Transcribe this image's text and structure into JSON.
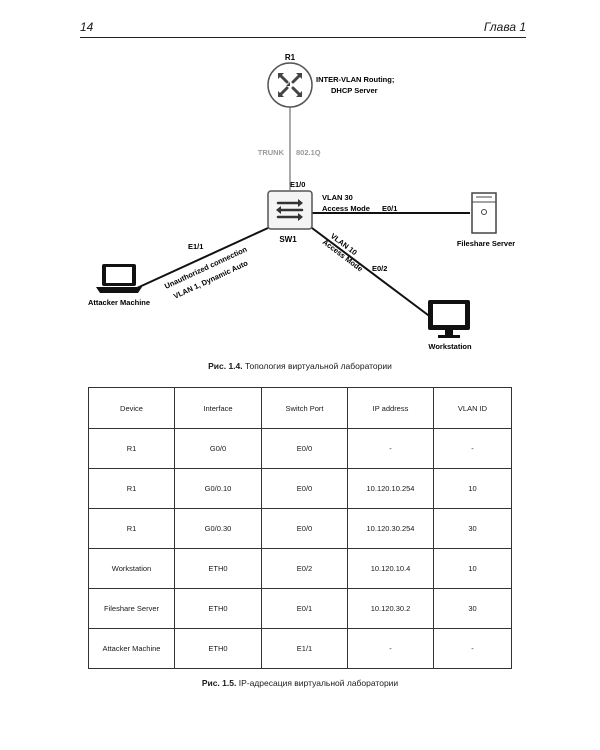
{
  "header": {
    "page_number": "14",
    "chapter": "Глава 1"
  },
  "diagram": {
    "router": {
      "name": "R1",
      "note_line1": "INTER-VLAN Routing;",
      "note_line2": "DHCP Server"
    },
    "trunk_label": "TRUNK",
    "trunk_proto": "802.1Q",
    "switch": {
      "name": "SW1",
      "port_top": "E1/0"
    },
    "server_link": {
      "vlan": "VLAN 30",
      "mode": "Access Mode",
      "port": "E0/1"
    },
    "ws_link": {
      "vlan": "VLAN 10",
      "mode": "Access Mode",
      "port": "E0/2"
    },
    "attacker_link": {
      "port": "E1/1",
      "line1": "Unauthorized connection",
      "line2": "VLAN 1, Dynamic Auto"
    },
    "server_label": "Fileshare Server",
    "workstation_label": "Workstation",
    "attacker_label": "Attacker Machine"
  },
  "fig1": {
    "num": "Рис. 1.4.",
    "text": "Топология виртуальной лаборатории"
  },
  "table": {
    "headers": [
      "Device",
      "Interface",
      "Switch Port",
      "IP address",
      "VLAN ID"
    ],
    "rows": [
      [
        "R1",
        "G0/0",
        "E0/0",
        "-",
        "-"
      ],
      [
        "R1",
        "G0/0.10",
        "E0/0",
        "10.120.10.254",
        "10"
      ],
      [
        "R1",
        "G0/0.30",
        "E0/0",
        "10.120.30.254",
        "30"
      ],
      [
        "Workstation",
        "ETH0",
        "E0/2",
        "10.120.10.4",
        "10"
      ],
      [
        "Fileshare Server",
        "ETH0",
        "E0/1",
        "10.120.30.2",
        "30"
      ],
      [
        "Attacker Machine",
        "ETH0",
        "E1/1",
        "-",
        "-"
      ]
    ]
  },
  "fig2": {
    "num": "Рис. 1.5.",
    "text": "IP-адресация виртуальной лаборатории"
  }
}
